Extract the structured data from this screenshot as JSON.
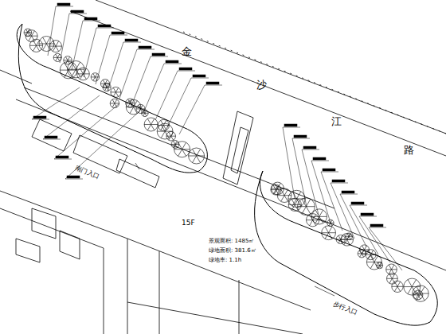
{
  "diagram": {
    "labels": [
      "金",
      "沙",
      "江",
      "路",
      "南门入口",
      "步行入口",
      "景观面积: 1485㎡",
      "绿地面积: 381.6㎡",
      "绿地率: 1.1h",
      "15F"
    ]
  }
}
